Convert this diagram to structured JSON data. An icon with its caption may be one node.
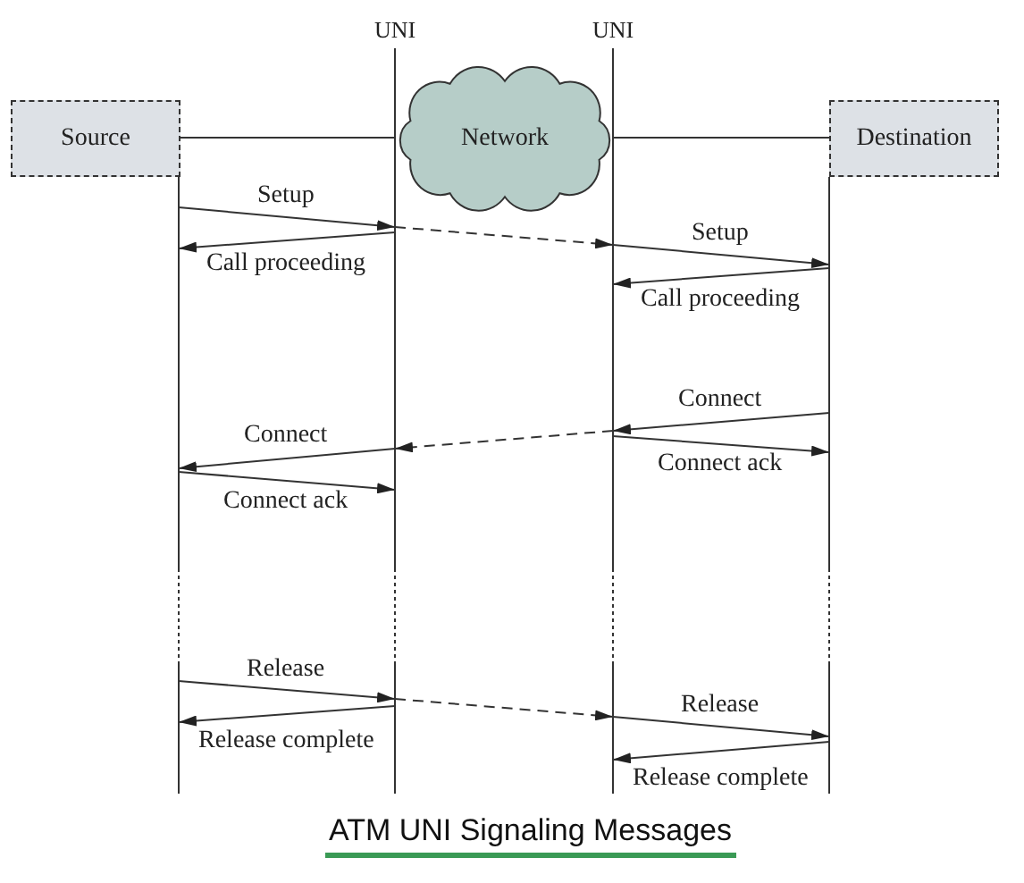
{
  "diagram": {
    "caption": "ATM UNI Signaling Messages",
    "nodes": [
      {
        "text": [
          "UNI"
        ]
      },
      {
        "text": [
          "UNI"
        ]
      },
      {
        "text": [
          "Source"
        ]
      },
      {
        "text": [
          "Network"
        ]
      },
      {
        "text": [
          "Destination"
        ]
      }
    ],
    "edges": [
      {
        "from": 2,
        "to": 0,
        "arrow": "none"
      },
      {
        "from": 1,
        "to": 4,
        "arrow": "none"
      },
      {
        "from": 2,
        "to": 0,
        "arrow": "to",
        "label": "Setup"
      },
      {
        "from": 0,
        "to": 1,
        "arrow": "to",
        "style": "dashed"
      },
      {
        "from": 1,
        "to": 4,
        "arrow": "to",
        "label": "Setup"
      },
      {
        "from": 0,
        "to": 2,
        "arrow": "to",
        "label": "Call proceeding"
      },
      {
        "from": 4,
        "to": 1,
        "arrow": "to",
        "label": "Call proceeding"
      },
      {
        "from": 4,
        "to": 1,
        "arrow": "to",
        "label": "Connect"
      },
      {
        "from": 1,
        "to": 0,
        "arrow": "to",
        "style": "dashed"
      },
      {
        "from": 0,
        "to": 2,
        "arrow": "to",
        "label": "Connect"
      },
      {
        "from": 2,
        "to": 0,
        "arrow": "to",
        "label": "Connect ack"
      },
      {
        "from": 1,
        "to": 4,
        "arrow": "to",
        "label": "Connect ack"
      },
      {
        "from": 2,
        "to": 0,
        "arrow": "to",
        "label": "Release"
      },
      {
        "from": 0,
        "to": 1,
        "arrow": "to",
        "style": "dashed"
      },
      {
        "from": 1,
        "to": 4,
        "arrow": "to",
        "label": "Release"
      },
      {
        "from": 0,
        "to": 2,
        "arrow": "to",
        "label": "Release complete"
      },
      {
        "from": 4,
        "to": 1,
        "arrow": "to",
        "label": "Release complete"
      }
    ]
  }
}
